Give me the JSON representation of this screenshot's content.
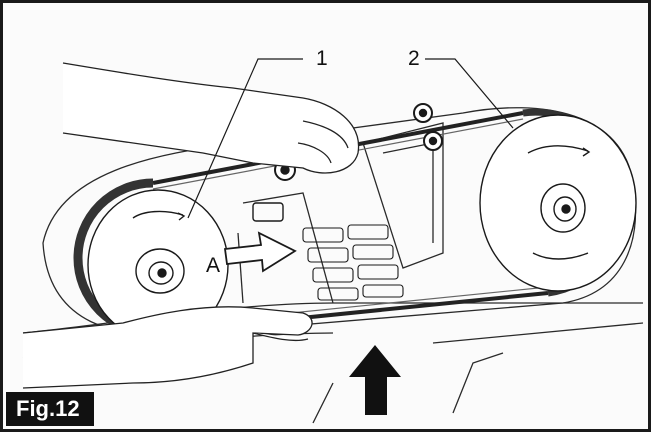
{
  "figure": {
    "label": "Fig.12",
    "callouts": {
      "one": "1",
      "two": "2",
      "arrow_a": "A"
    }
  },
  "icons": [
    "left-pulley-icon",
    "right-pulley-icon",
    "drive-belt-icon",
    "push-arrow-icon",
    "inspection-arrow-icon",
    "hand-icon"
  ],
  "colors": {
    "line": "#1a1a1a",
    "background": "#fbfbfb",
    "label_bg": "#111111",
    "label_text": "#ffffff"
  }
}
